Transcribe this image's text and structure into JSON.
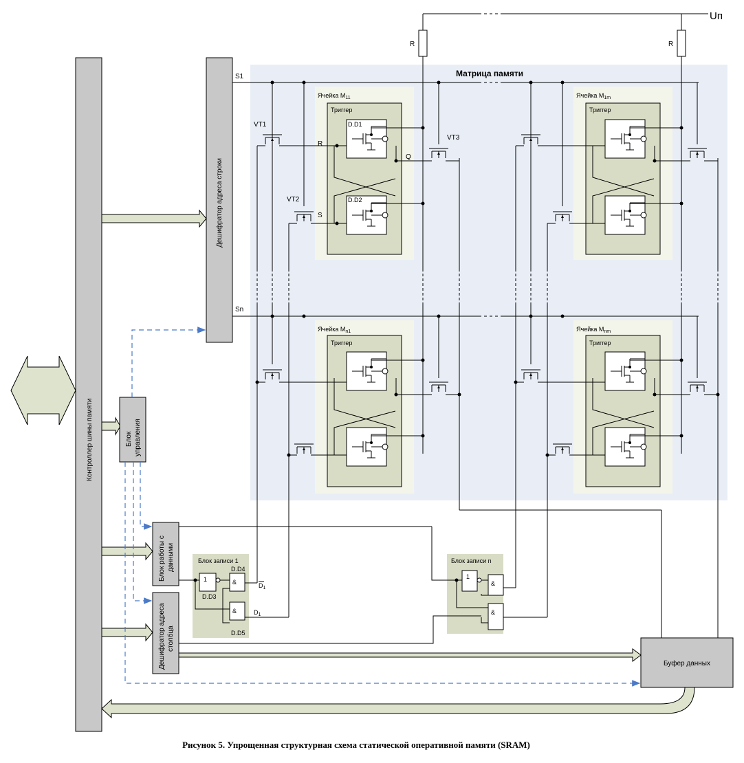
{
  "supply": {
    "label": "Uп",
    "resistor_label": "R"
  },
  "matrix": {
    "title": "Матрица памяти"
  },
  "lines": {
    "row_first": "S1",
    "row_last": "Sn"
  },
  "cells": [
    {
      "name": "Ячейка M",
      "sub": "11",
      "trigger": "Триггер",
      "dd_top": "D.D1",
      "dd_bottom": "D.D2"
    },
    {
      "name": "Ячейка M",
      "sub": "1m",
      "trigger": "Триггер",
      "dd_top": "",
      "dd_bottom": ""
    },
    {
      "name": "Ячейка M",
      "sub": "n1",
      "trigger": "Триггер",
      "dd_top": "",
      "dd_bottom": ""
    },
    {
      "name": "Ячейка M",
      "sub": "nm",
      "trigger": "Триггер",
      "dd_top": "",
      "dd_bottom": ""
    }
  ],
  "transistors": {
    "vt1": "VT1",
    "vt2": "VT2",
    "vt3": "VT3"
  },
  "signals": {
    "r": "R",
    "s": "S",
    "q": "Q",
    "d_bar": "D",
    "d": "D",
    "d_sub": "1"
  },
  "blocks": {
    "bus_controller": "Контроллер шины памяти",
    "row_decoder": "Дешифратор адреса строки",
    "control_line1": "Блок",
    "control_line2": "управления",
    "data_block_line1": "Блок работы с",
    "data_block_line2": "данными",
    "col_decoder_line1": "Дешифратор адреса",
    "col_decoder_line2": "столбца",
    "write1": "Блок записи 1",
    "writen": "Блок записи n",
    "buffer": "Буфер данных"
  },
  "gates": {
    "not": "1",
    "and": "&",
    "dd3": "D.D3",
    "dd4": "D.D4",
    "dd5": "D.D5"
  },
  "caption": "Рисунок 5. Упрощенная структурная схема статической оперативной памяти (SRAM)",
  "colors": {
    "matrix_bg": "#e9eef6",
    "cell_bg": "#f4f5ea",
    "trigger_bg": "#d9dcc5",
    "block_gray": "#c8c8c8",
    "arrow_fill": "#dde3cd",
    "dash_blue": "#4a7ac8"
  }
}
